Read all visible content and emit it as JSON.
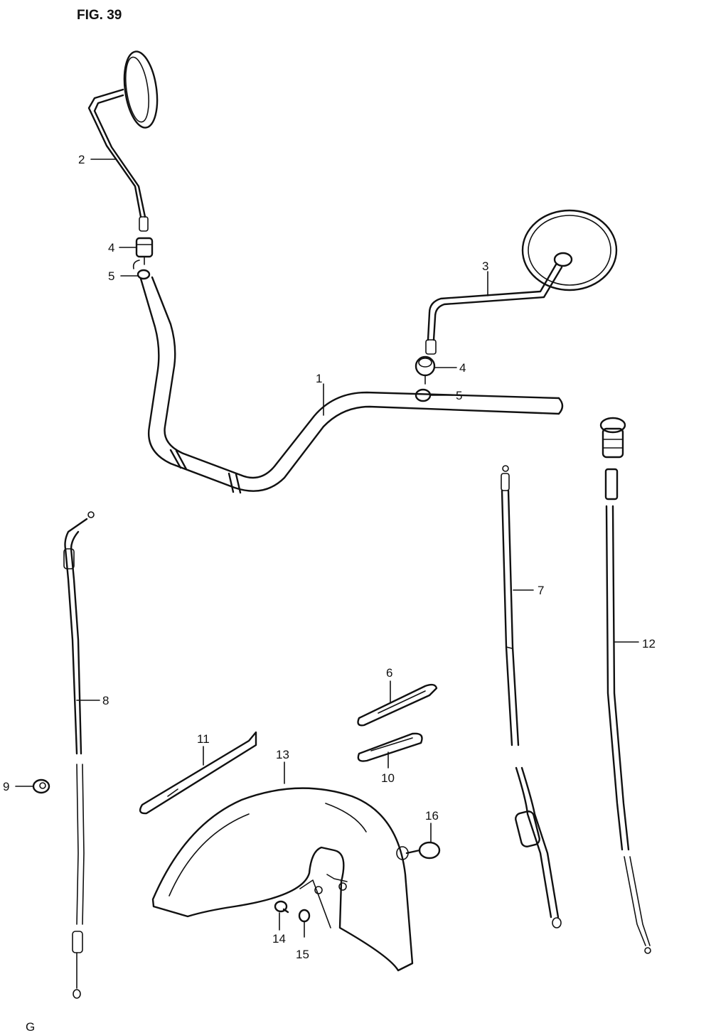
{
  "figure": {
    "title": "FIG. 39",
    "corner_mark": "G"
  },
  "parts": [
    {
      "id": "1"
    },
    {
      "id": "2"
    },
    {
      "id": "3"
    },
    {
      "id": "4",
      "occurrences": 2
    },
    {
      "id": "5",
      "occurrences": 2
    },
    {
      "id": "6"
    },
    {
      "id": "7"
    },
    {
      "id": "8"
    },
    {
      "id": "9"
    },
    {
      "id": "10"
    },
    {
      "id": "11"
    },
    {
      "id": "12"
    },
    {
      "id": "13"
    },
    {
      "id": "14"
    },
    {
      "id": "15"
    },
    {
      "id": "16"
    }
  ],
  "colors": {
    "ink": "#111111",
    "paper": "#ffffff"
  }
}
